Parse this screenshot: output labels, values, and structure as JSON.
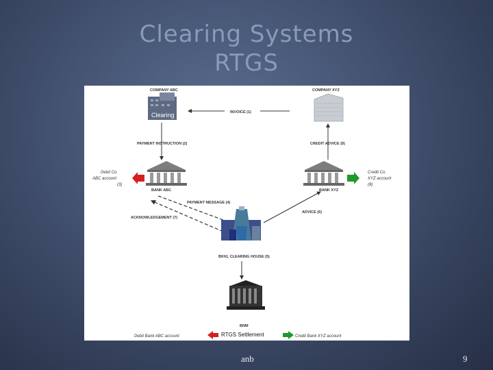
{
  "slide": {
    "title_line1": "Clearing Systems",
    "title_line2": "RTGS",
    "author": "anb",
    "page_number": "9"
  },
  "diagram": {
    "company_abc": "COMPANY ABC",
    "company_xyz": "COMPANY XYZ",
    "clearing_overlay": "Clearing",
    "invoice": "INVOICE (1)",
    "payment_instruction": "PAYMENT INSTRUCTION (2)",
    "credit_advice": "CREDIT ADVICE (9)",
    "debit_label": [
      "Debit Co.",
      "ABC account",
      "(3)"
    ],
    "credit_label": [
      "Credit Co.",
      "XYZ account",
      "(8)"
    ],
    "bank_abc": "BANK ABC",
    "bank_xyz": "BANK XYZ",
    "payment_message": "PAYMENT MESSAGE (4)",
    "acknowledgement": "ACKNOWLEDGEMENT (7)",
    "advice": "ADVICE (6)",
    "clearing_house": "BKKL CLEARING HOUSE (5)",
    "central_bank": "BNM",
    "debit_bank": "Debit Bank ABC account",
    "rtgs_settlement": "RTGS Settlement",
    "credit_bank": "Credit Bank XYZ account",
    "colors": {
      "debit_arrow": "#d42020",
      "credit_arrow": "#1f9a2a"
    }
  }
}
